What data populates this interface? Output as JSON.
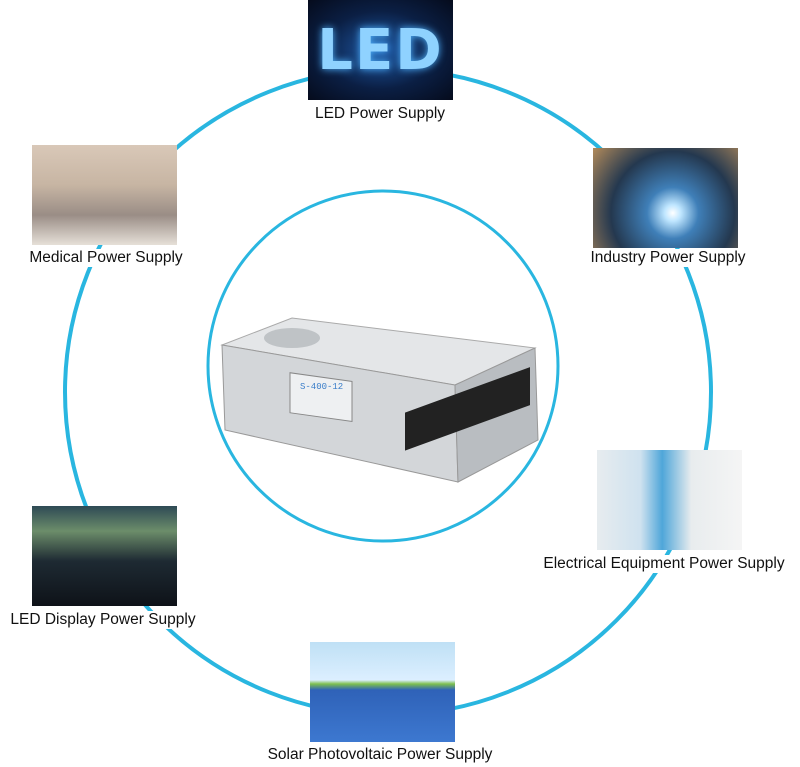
{
  "colors": {
    "ring": "#29b6e0",
    "text": "#111111"
  },
  "product": {
    "model_label": "S-400-12",
    "name": "switching-power-supply"
  },
  "applications": [
    {
      "label": "LED Power Supply",
      "image_text": "LED"
    },
    {
      "label": "Medical Power Supply"
    },
    {
      "label": "Industry Power Supply"
    },
    {
      "label": "Electrical Equipment Power Supply"
    },
    {
      "label": "LED Display Power Supply"
    },
    {
      "label": "Solar Photovoltaic Power Supply"
    }
  ]
}
